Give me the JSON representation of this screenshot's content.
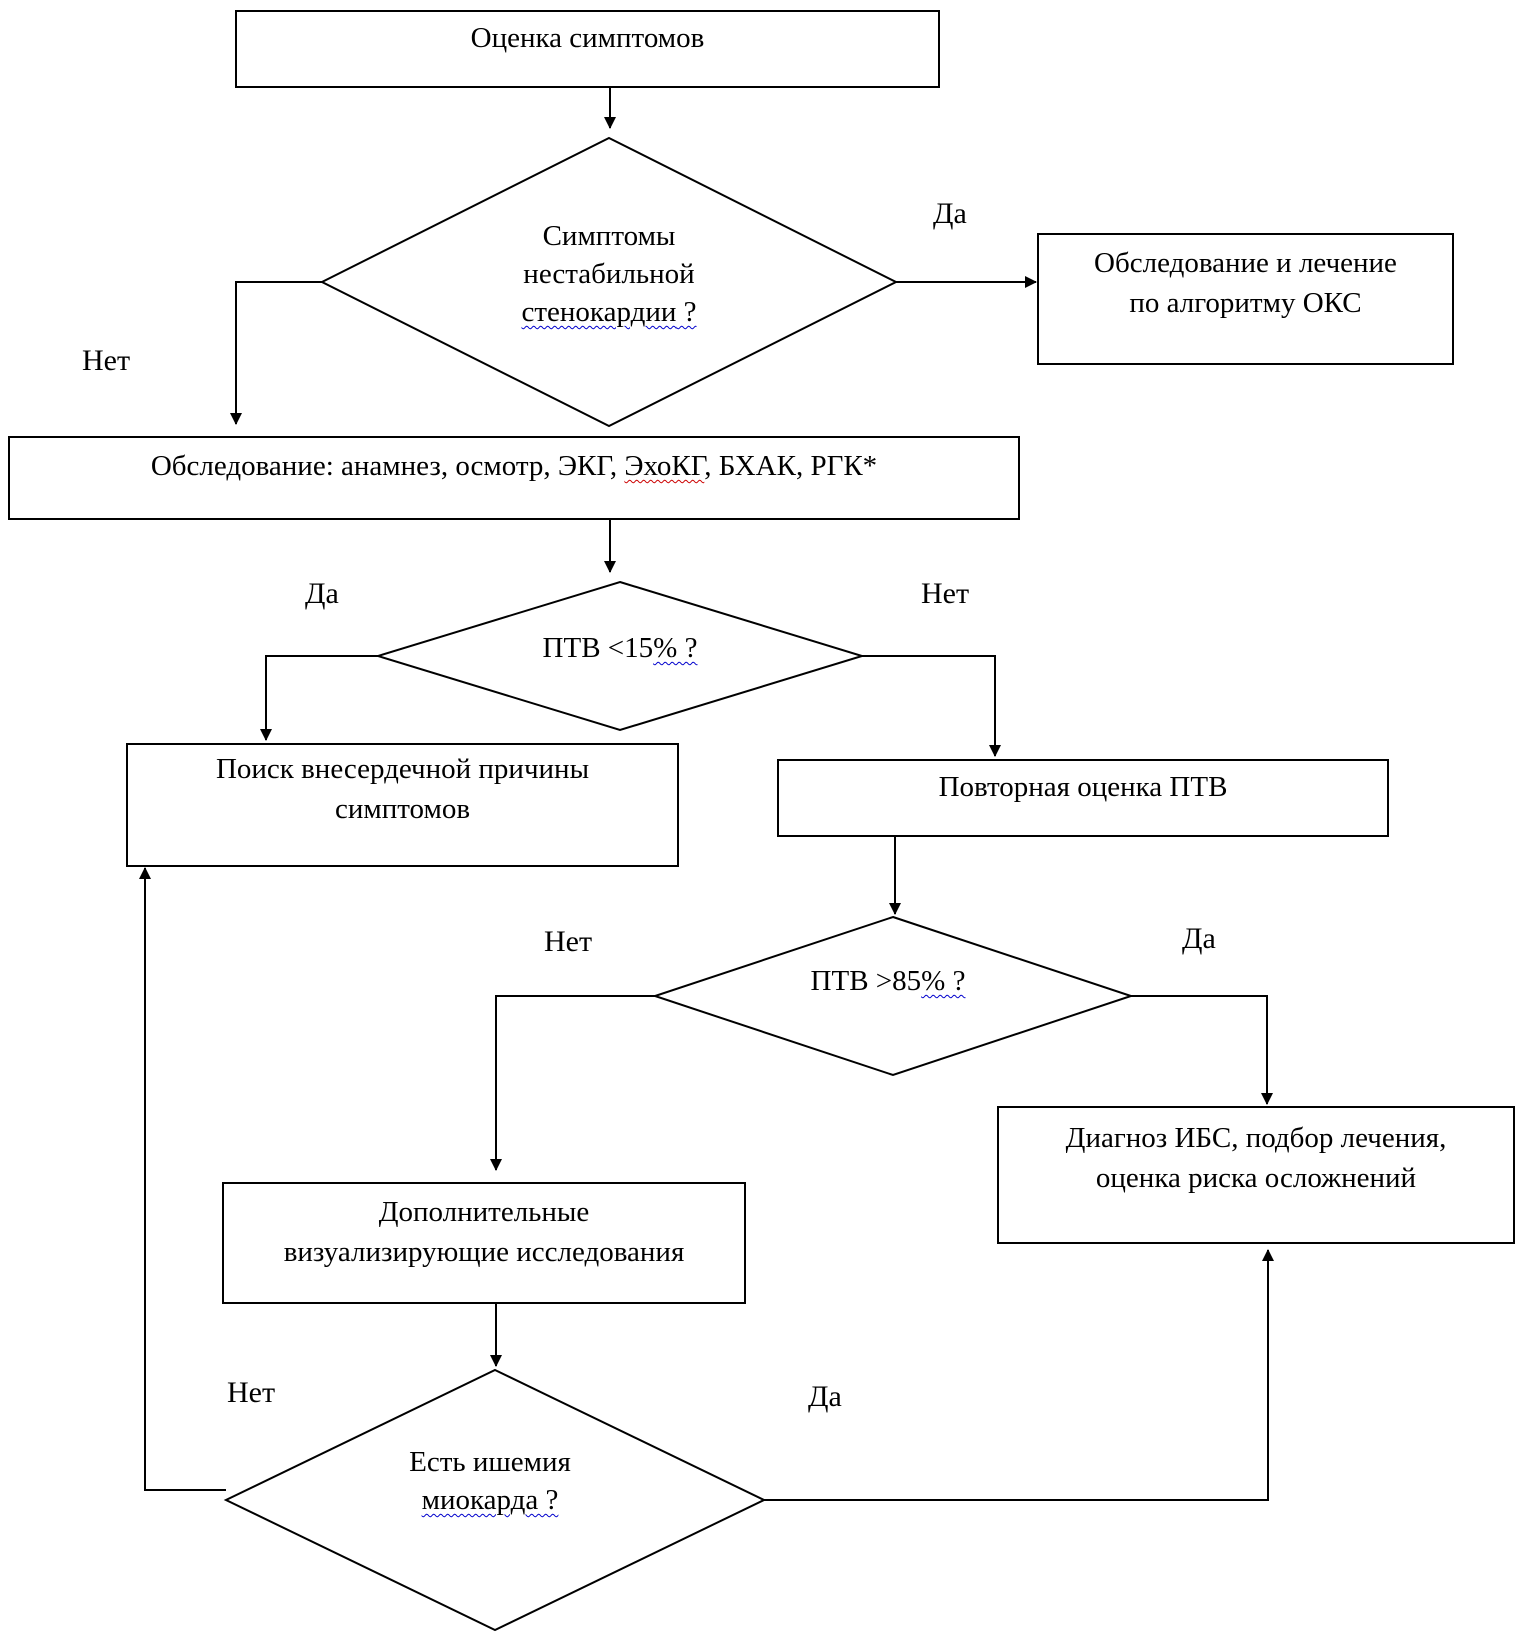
{
  "boxes": {
    "symptom_assessment": "Оценка симптомов",
    "acs_algorithm_line1": "Обследование и лечение",
    "acs_algorithm_line2": "по алгоритму ОКС",
    "examination_pre": "Обследование: анамнез, осмотр, ЭКГ, ",
    "examination_echo": "ЭхоКГ",
    "examination_post": ", БХАК, РГК*",
    "noncardiac_line1": "Поиск внесердечной причины",
    "noncardiac_line2": "симптомов",
    "reassess_ptv": "Повторная оценка ПТВ",
    "diagnosis_line1": "Диагноз ИБС, подбор лечения,",
    "diagnosis_line2": "оценка риска осложнений",
    "imaging_line1": "Дополнительные",
    "imaging_line2": "визуализирующие исследования"
  },
  "decisions": {
    "unstable_line1": "Симптомы",
    "unstable_line2": "нестабильной",
    "unstable_line3_word": "стенокардии",
    "unstable_line3_q": " ?",
    "ptv15_pre": "ПТВ <15",
    "ptv15_wavy": "% ?",
    "ptv85_pre": "ПТВ >85",
    "ptv85_wavy": "% ?",
    "ischemia_line1": "Есть ишемия",
    "ischemia_line2_wavy": "миокарда ?"
  },
  "labels": {
    "d1_yes": "Да",
    "d1_no": "Нет",
    "d2_yes": "Да",
    "d2_no": "Нет",
    "d3_no": "Нет",
    "d3_yes": "Да",
    "d4_no": "Нет",
    "d4_yes": "Да"
  }
}
